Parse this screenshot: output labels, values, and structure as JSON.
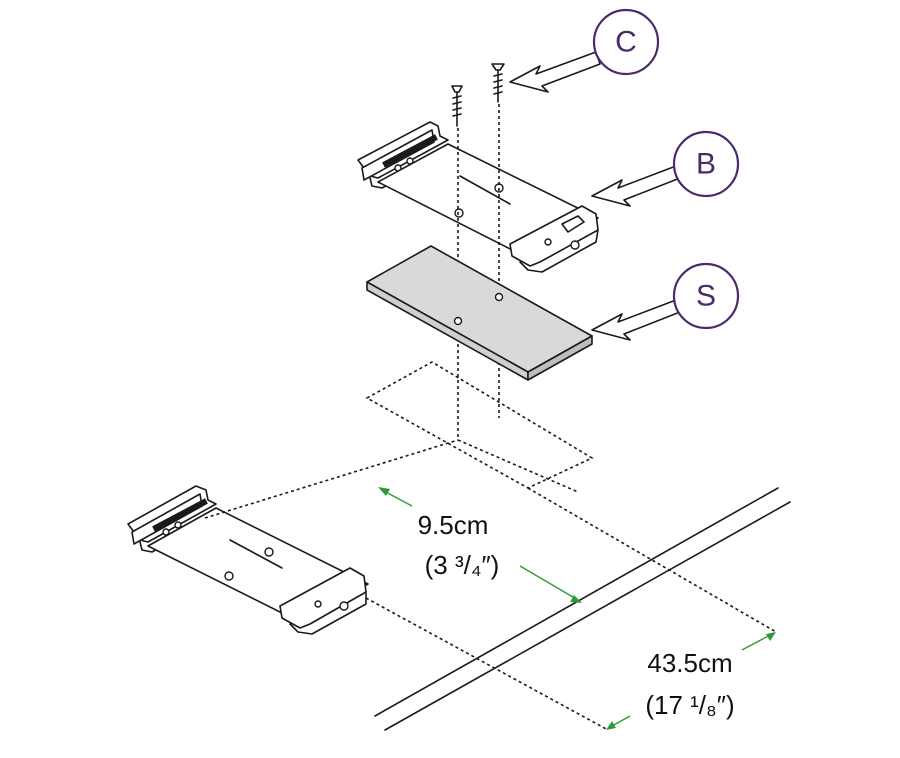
{
  "callouts": [
    {
      "id": "C",
      "letter": "C"
    },
    {
      "id": "B",
      "letter": "B"
    },
    {
      "id": "S",
      "letter": "S"
    }
  ],
  "measurements": {
    "spacing_metric": "9.5cm",
    "spacing_imperial": "(3 ³/₄″)",
    "depth_metric": "43.5cm",
    "depth_imperial": "(17 ¹/₈″)"
  },
  "colors": {
    "callout": "#4a2a6a",
    "dimension": "#2f9a3a",
    "spacer_fill": "#d9d9d9",
    "line": "#1a1a1a"
  }
}
